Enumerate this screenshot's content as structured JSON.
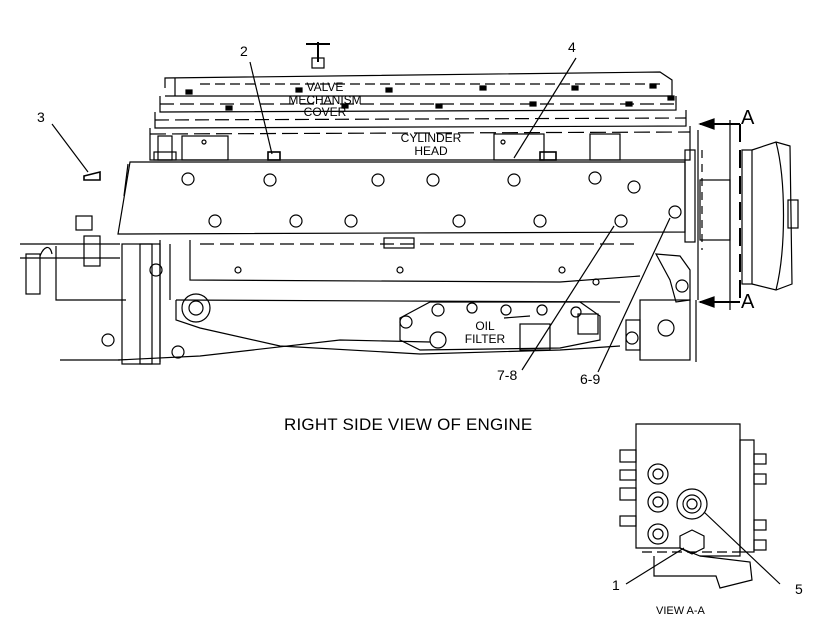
{
  "labels": {
    "valve_cover": [
      "VALVE",
      "MECHANISM",
      "COVER"
    ],
    "cylinder_head": [
      "CYLINDER",
      "HEAD"
    ],
    "oil_filter": [
      "OIL",
      "FILTER"
    ]
  },
  "callouts": {
    "c2": "2",
    "c3": "3",
    "c4": "4",
    "c78": "7-8",
    "c69": "6-9",
    "c1": "1",
    "c5": "5"
  },
  "section": {
    "top": "A",
    "bottom": "A"
  },
  "captions": {
    "main": "RIGHT SIDE VIEW OF ENGINE",
    "inset": "VIEW A-A"
  }
}
